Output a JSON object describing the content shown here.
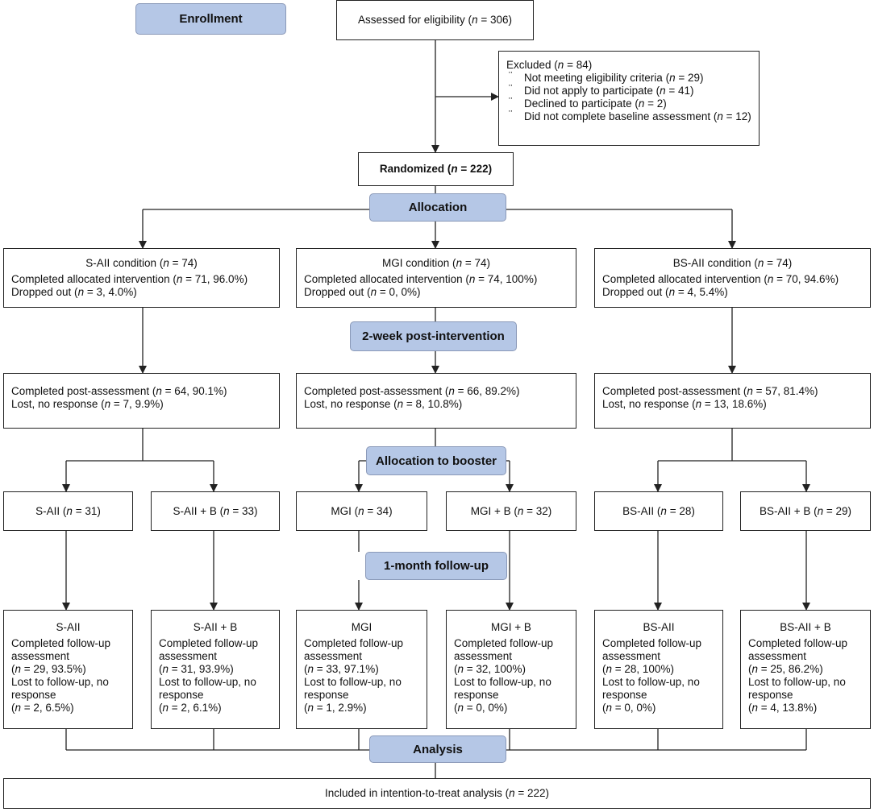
{
  "stages": {
    "enrollment": "Enrollment",
    "allocation": "Allocation",
    "post_intervention": "2-week post-intervention",
    "booster": "Allocation to booster",
    "follow_up": "1-month follow-up",
    "analysis": "Analysis"
  },
  "assessed": "Assessed for eligibility (n = 306)",
  "excluded": {
    "title": "Excluded  (n = 84)",
    "items": [
      "Not meeting eligibility criteria (n = 29)",
      "Did not apply to participate (n = 41)",
      "Declined to participate (n = 2)",
      "Did not complete baseline assessment (n = 12)"
    ]
  },
  "randomized": "Randomized (n = 222)",
  "conditions": [
    {
      "title": "S-AII condition (n = 74)",
      "completed": "Completed allocated intervention (n = 71, 96.0%)",
      "dropped": "Dropped out (n = 3, 4.0%)"
    },
    {
      "title": "MGI condition (n = 74)",
      "completed": "Completed allocated intervention (n = 74, 100%)",
      "dropped": "Dropped out (n = 0, 0%)"
    },
    {
      "title": "BS-AII condition (n = 74)",
      "completed": "Completed allocated intervention (n = 70, 94.6%)",
      "dropped": "Dropped out (n = 4, 5.4%)"
    }
  ],
  "post": [
    {
      "completed": "Completed post-assessment (n = 64, 90.1%)",
      "lost": "Lost, no response (n = 7, 9.9%)"
    },
    {
      "completed": "Completed post-assessment (n = 66, 89.2%)",
      "lost": "Lost, no response (n = 8, 10.8%)"
    },
    {
      "completed": "Completed post-assessment (n = 57, 81.4%)",
      "lost": "Lost, no response (n = 13, 18.6%)"
    }
  ],
  "groups": [
    "S-AII (n = 31)",
    "S-AII + B (n = 33)",
    "MGI (n = 34)",
    "MGI + B (n = 32)",
    "BS-AII (n = 28)",
    "BS-AII + B (n = 29)"
  ],
  "followups": [
    {
      "title": "S-AII",
      "lines": [
        "Completed follow-up",
        "assessment",
        "(n = 29, 93.5%)",
        "Lost to follow-up, no",
        "response",
        "(n = 2, 6.5%)"
      ]
    },
    {
      "title": "S-AII + B",
      "lines": [
        "Completed follow-up",
        "assessment",
        "(n = 31, 93.9%)",
        "Lost to follow-up, no",
        "response",
        "(n = 2, 6.1%)"
      ]
    },
    {
      "title": "MGI",
      "lines": [
        "Completed follow-up",
        "assessment",
        "(n = 33, 97.1%)",
        "Lost to follow-up, no",
        "response",
        "(n = 1, 2.9%)"
      ]
    },
    {
      "title": "MGI + B",
      "lines": [
        "Completed follow-up",
        "assessment",
        "(n = 32, 100%)",
        "Lost to follow-up, no",
        "response",
        "(n = 0, 0%)"
      ]
    },
    {
      "title": "BS-AII",
      "lines": [
        "Completed follow-up",
        "assessment",
        "(n = 28, 100%)",
        "Lost to follow-up, no",
        "response",
        "(n = 0, 0%)"
      ]
    },
    {
      "title": "BS-AII + B",
      "lines": [
        "Completed follow-up",
        "assessment",
        "(n = 25, 86.2%)",
        "Lost to follow-up, no",
        "response",
        "(n = 4, 13.8%)"
      ]
    }
  ],
  "itt": "Included in intention-to-treat analysis (n = 222)",
  "colors": {
    "stage_fill": "#b5c7e6",
    "stage_border": "#8a99b8",
    "line": "#222222"
  }
}
